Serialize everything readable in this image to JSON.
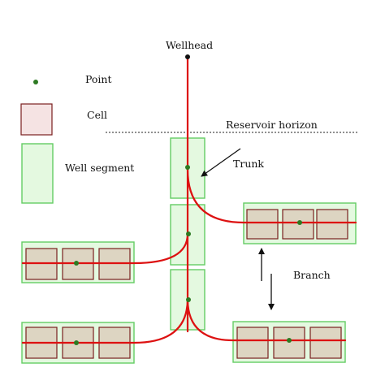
{
  "labels": {
    "wellhead": "Wellhead",
    "point": "Point",
    "cell": "Cell",
    "reservoir_horizon": "Reservoir horizon",
    "well_segment": "Well segment",
    "trunk": "Trunk",
    "branch": "Branch"
  },
  "colors": {
    "segment_fill": "#e4f9e0",
    "segment_stroke": "#64cc64",
    "cell_fill": "#ddd5c2",
    "cell_stroke": "#7a1f1f",
    "legend_cell_fill": "#f5e3e3",
    "well_line": "#dd1111",
    "point": "#2d7a22",
    "text": "#111111"
  }
}
